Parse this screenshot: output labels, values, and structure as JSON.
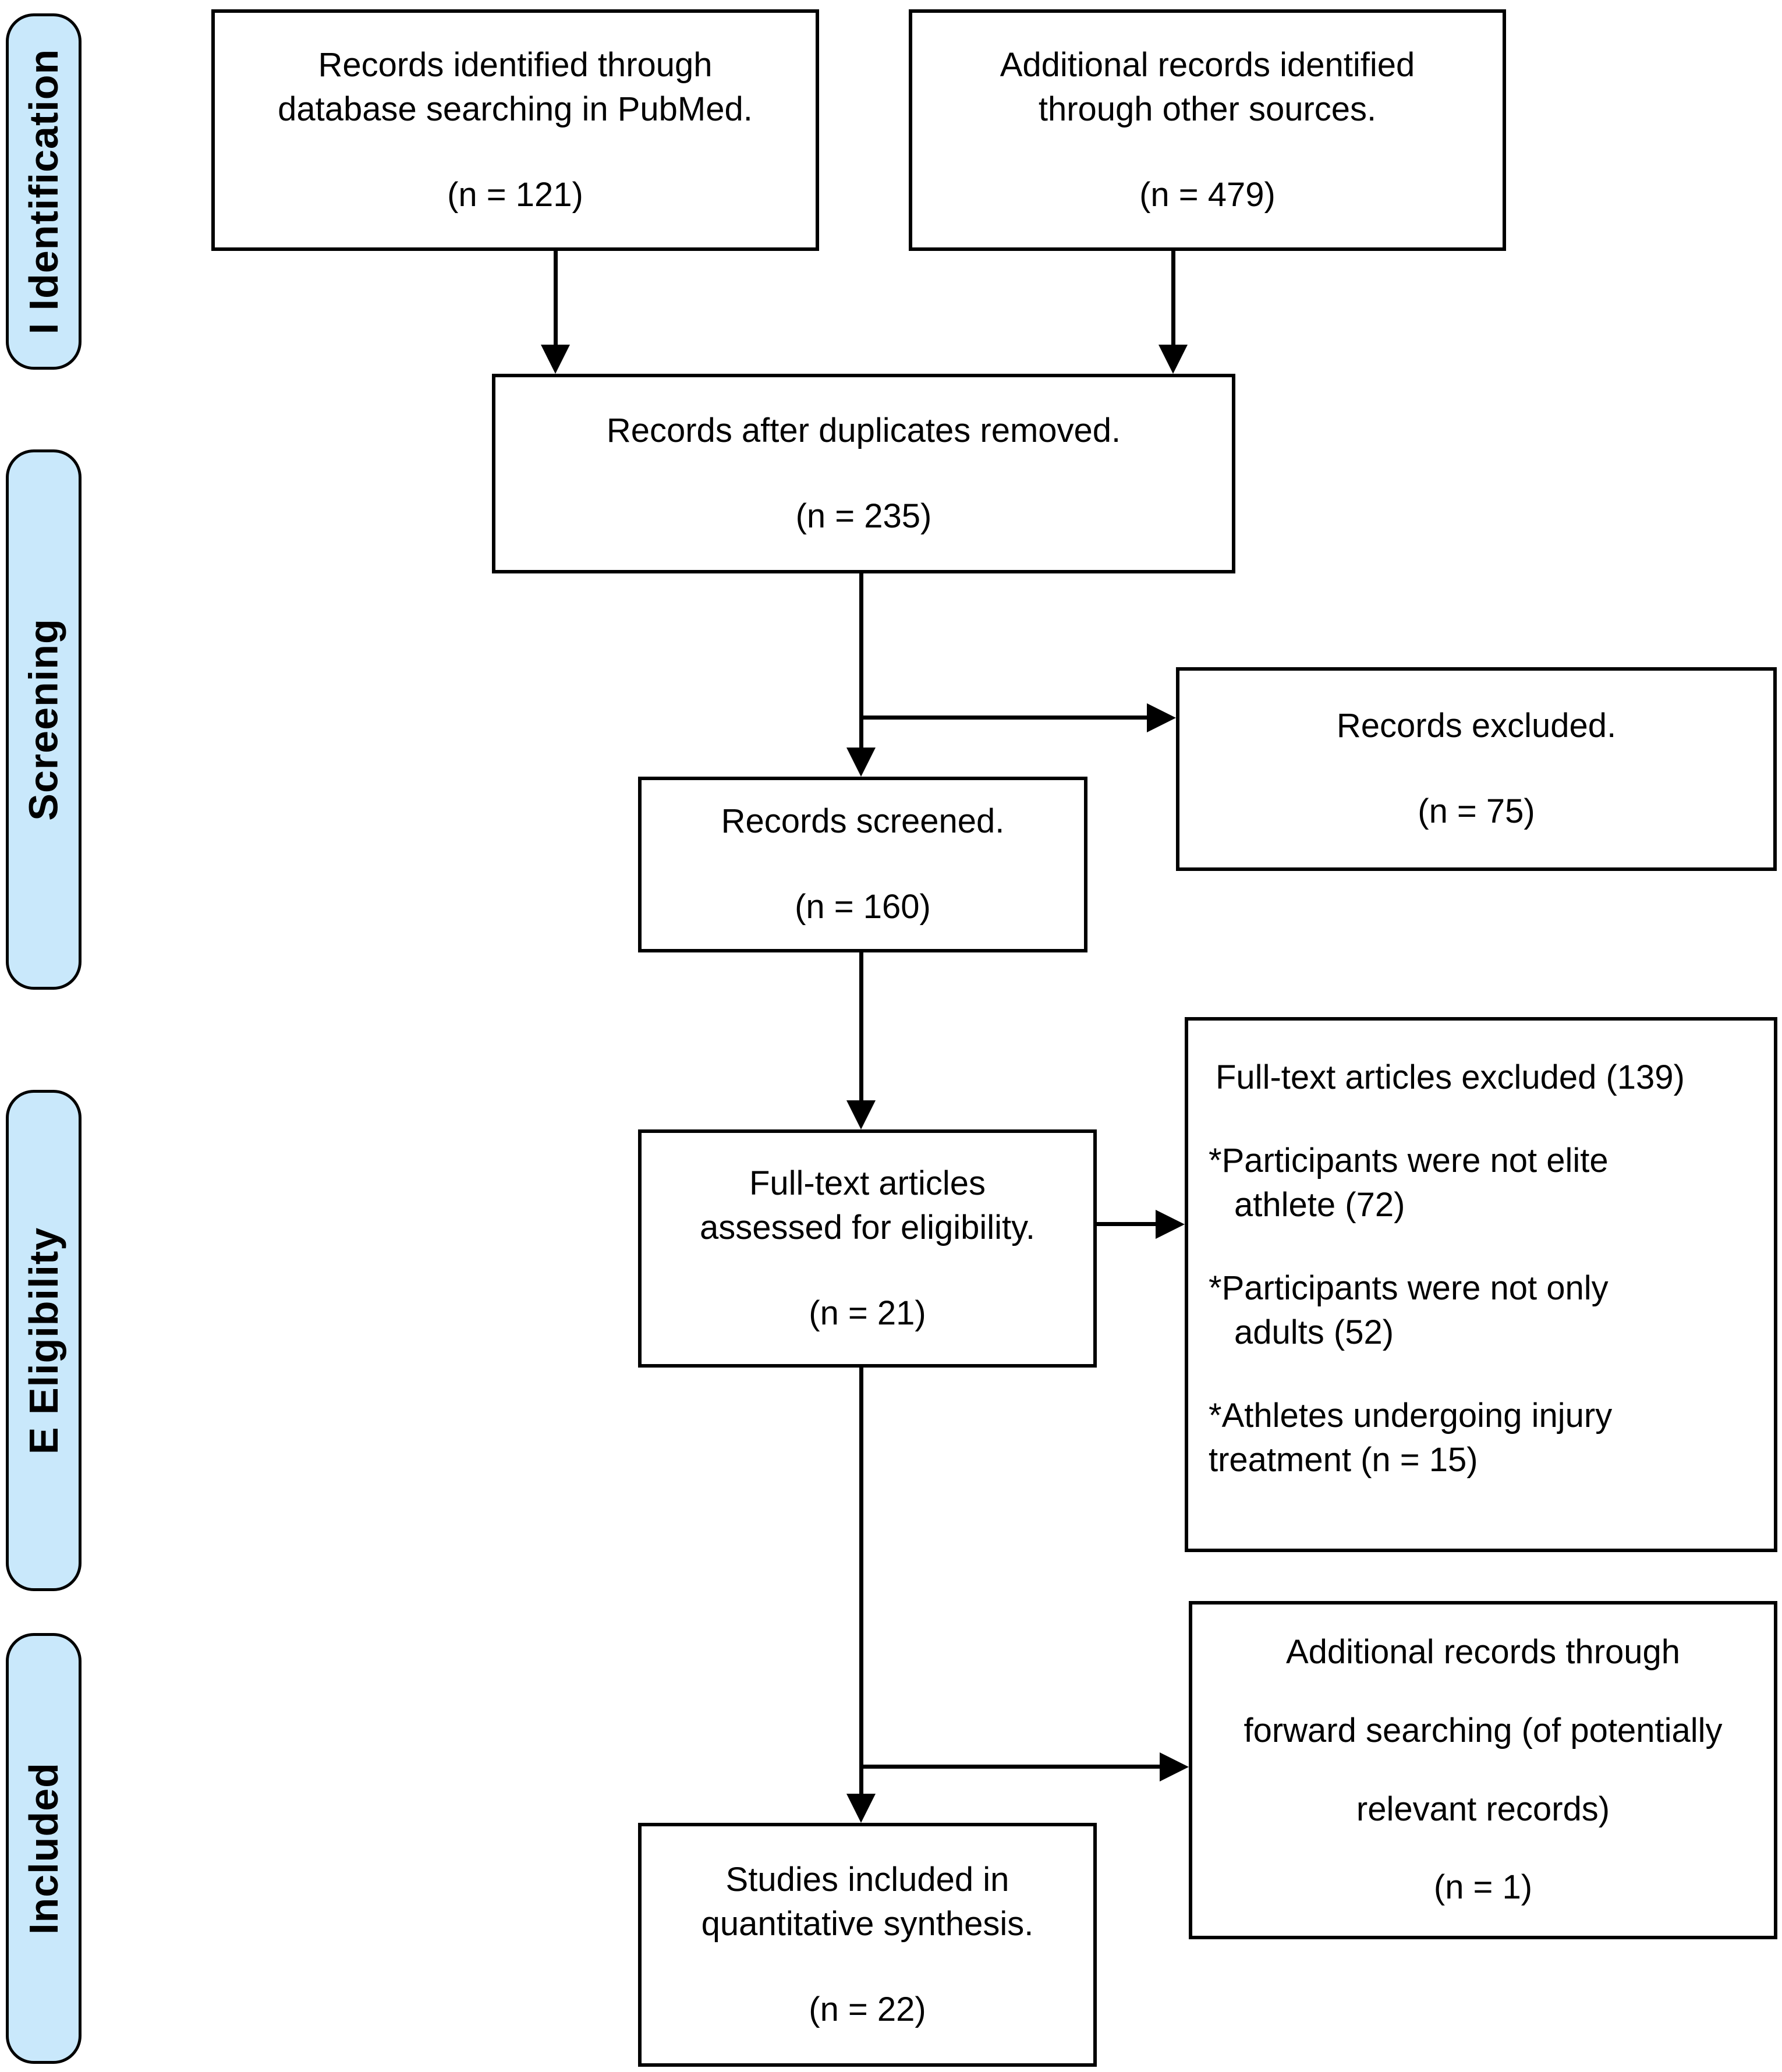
{
  "colors": {
    "stage_fill": "#c9e8fb",
    "border": "#000000",
    "background": "#ffffff"
  },
  "stages": [
    {
      "label": "I Identification"
    },
    {
      "label": "Screening"
    },
    {
      "label": "E Eligibility"
    },
    {
      "label": "Included"
    }
  ],
  "boxes": {
    "identified": {
      "line1": "Records identified through",
      "line2": "database searching in PubMed.",
      "count": "(n = 121)"
    },
    "additional": {
      "line1": "Additional records identified",
      "line2": "through other sources.",
      "count": "(n = 479)"
    },
    "dedup": {
      "line1": "Records after duplicates removed.",
      "count": "(n = 235)"
    },
    "records_excluded": {
      "line1": "Records excluded.",
      "count": "(n = 75)"
    },
    "screened": {
      "line1": "Records screened.",
      "count": "(n = 160)"
    },
    "fulltext": {
      "line1": "Full-text articles",
      "line2": "assessed for eligibility.",
      "count": "(n = 21)"
    },
    "fulltext_excluded": {
      "title": "Full-text articles excluded (139)",
      "reason1_line1": "*Participants were not elite",
      "reason1_line2": "athlete (72)",
      "reason2_line1": "*Participants were not only",
      "reason2_line2": "adults (52)",
      "reason3_line1": "*Athletes undergoing injury",
      "reason3_line2": "treatment (n = 15)"
    },
    "forward": {
      "line1": "Additional records through",
      "line2": "forward searching (of potentially",
      "line3": "relevant records)",
      "count": "(n = 1)"
    },
    "included": {
      "line1": "Studies included in",
      "line2": "quantitative synthesis.",
      "count": "(n = 22)"
    }
  }
}
